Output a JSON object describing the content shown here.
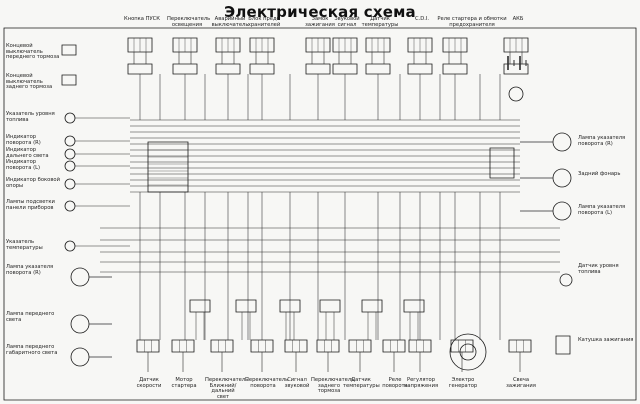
{
  "title": "Электрическая схема",
  "colors": {
    "ink": "#1a1a1a",
    "paper": "#f7f7f5",
    "wire": "#2b2b2b"
  },
  "top_components": [
    {
      "id": "start-button",
      "label": "Кнопка ПУСК"
    },
    {
      "id": "light-switch",
      "label": "Переключатель освещения"
    },
    {
      "id": "emergency-switch",
      "label": "Аварийный выключатель"
    },
    {
      "id": "fuse-block",
      "label": "Блок предо хранителей"
    },
    {
      "id": "ignition-lock",
      "label": "Замок зажигания"
    },
    {
      "id": "horn",
      "label": "Звуковой сигнал"
    },
    {
      "id": "temp-sensor-top",
      "label": "Датчик температуры"
    },
    {
      "id": "cdi",
      "label": "C.D.I."
    },
    {
      "id": "starter-relay",
      "label": "Реле стартера и обмотки предохранителя"
    },
    {
      "id": "battery",
      "label": "АКБ"
    }
  ],
  "left_components": [
    {
      "id": "front-brake-switch",
      "label": "Концевой выключатель переднего тормоза"
    },
    {
      "id": "rear-brake-switch",
      "label": "Концевой выключатель заднего тормоза"
    },
    {
      "id": "fuel-level-indicator",
      "label": "Указатель уровня топлива"
    },
    {
      "id": "turn-indicator-right",
      "label": "Индикатор поворота (R)"
    },
    {
      "id": "high-beam-indicator",
      "label": "Индикатор дальнего света"
    },
    {
      "id": "turn-indicator-left",
      "label": "Индикатор поворота (L)"
    },
    {
      "id": "side-stand-indicator",
      "label": "Индикатор боковой опоры"
    },
    {
      "id": "dash-lamps",
      "label": "Лампы подсветки панели приборов"
    },
    {
      "id": "temp-gauge",
      "label": "Указатель температуры"
    },
    {
      "id": "front-turn-right",
      "label": "Лампа указателя поворота (R)"
    },
    {
      "id": "headlight-low",
      "label": "Лампа переднего света"
    },
    {
      "id": "headlight-high",
      "label": "Лампа переднего габаритного света"
    }
  ],
  "right_components": [
    {
      "id": "rear-turn-right",
      "label": "Лампа указателя поворота (R)"
    },
    {
      "id": "tail-light",
      "label": "Задний фонарь"
    },
    {
      "id": "rear-turn-left",
      "label": "Лампа указателя поворота (L)"
    },
    {
      "id": "fuel-level-sensor",
      "label": "Датчик уровня топлива"
    },
    {
      "id": "ignition-coil",
      "label": "Катушка зажигания"
    }
  ],
  "bottom_components": [
    {
      "id": "speed-sensor",
      "label": "Датчик скорости"
    },
    {
      "id": "starter-motor",
      "label": "Мотор стартера"
    },
    {
      "id": "high-low-switch",
      "label": "Переключатель Ближний/дальний свет"
    },
    {
      "id": "turn-switch",
      "label": "Переключатель поворота"
    },
    {
      "id": "horn-button",
      "label": "Сигнал звуковой"
    },
    {
      "id": "front-brake-switch-b",
      "label": "Переключатель заднего тормоза"
    },
    {
      "id": "temp-sensor-bottom",
      "label": "Датчик температуры"
    },
    {
      "id": "relay-turn",
      "label": "Реле поворота"
    },
    {
      "id": "voltage-regulator",
      "label": "Регулятор напряжения"
    },
    {
      "id": "generator",
      "label": "Электро генератор"
    },
    {
      "id": "spark-plug",
      "label": "Свеча зажигания"
    }
  ]
}
